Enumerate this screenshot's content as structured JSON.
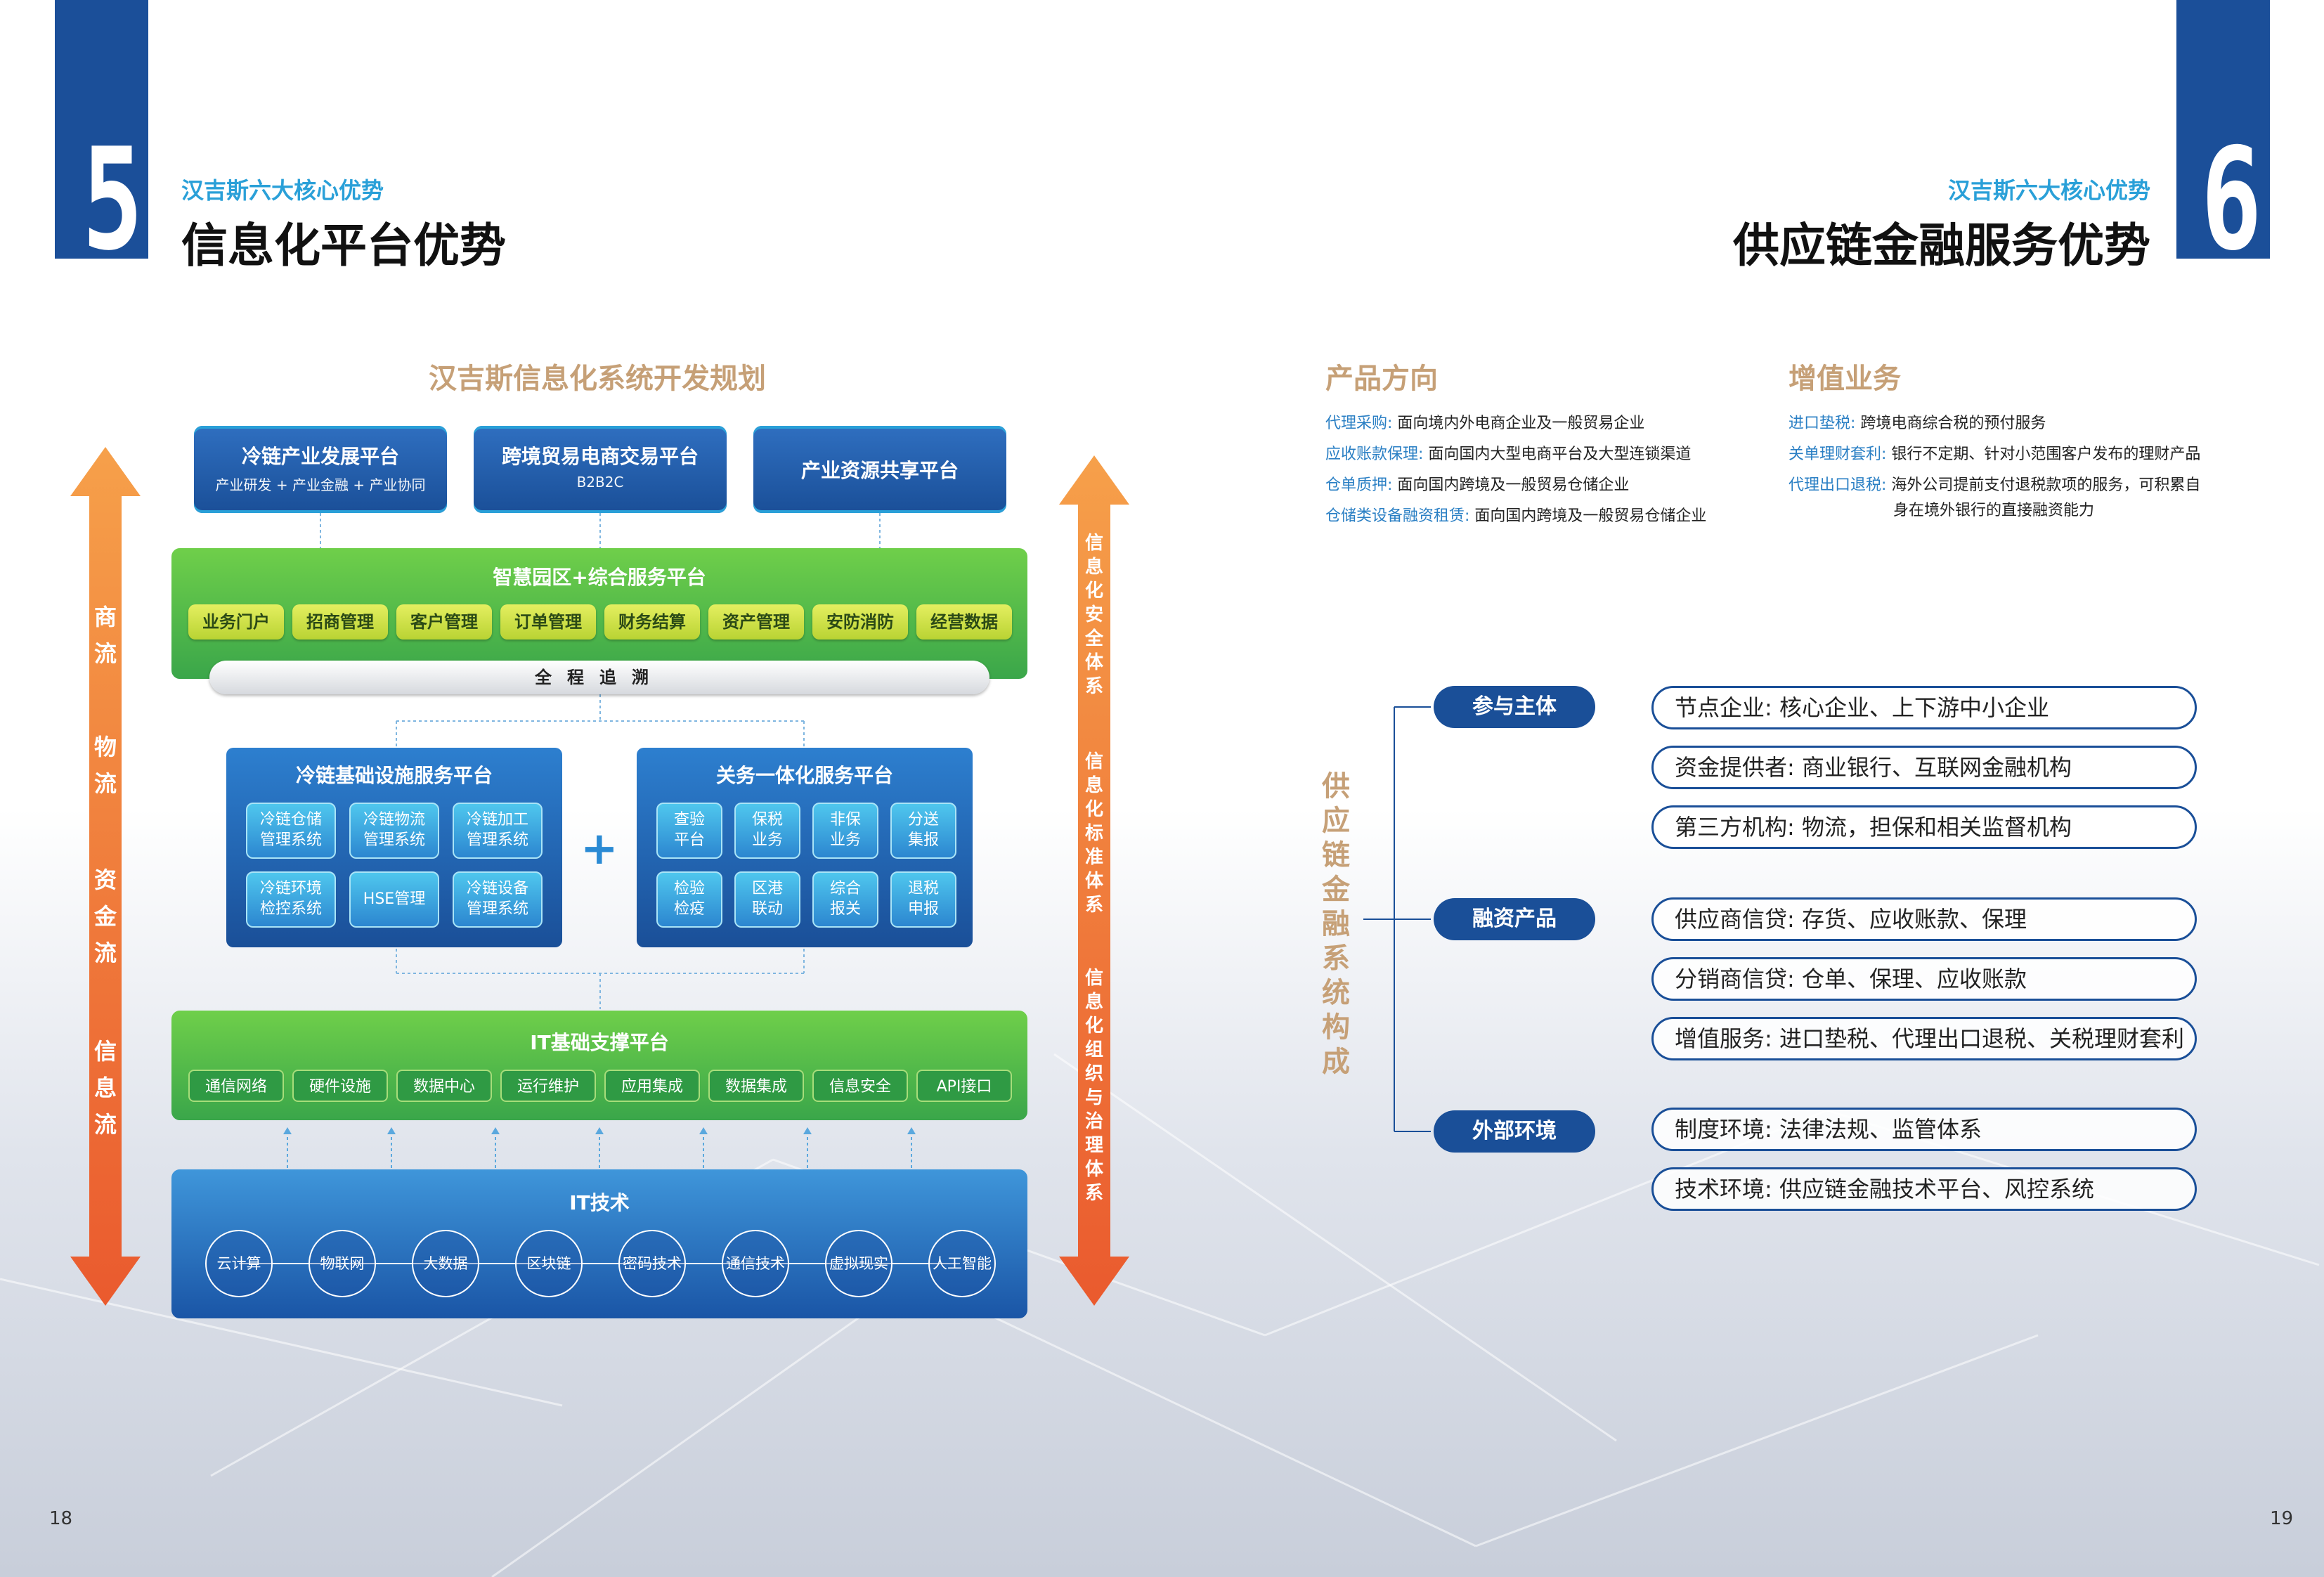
{
  "left_page": {
    "number": "5",
    "subtitle": "汉吉斯六大核心优势",
    "title": "信息化平台优势",
    "page_number": "18"
  },
  "right_page": {
    "number": "6",
    "subtitle": "汉吉斯六大核心优势",
    "title": "供应链金融服务优势",
    "page_number": "19"
  },
  "diagram": {
    "title": "汉吉斯信息化系统开发规划",
    "top_platforms": [
      {
        "name": "冷链产业发展平台",
        "sub": "产业研发 + 产业金融 + 产业协同"
      },
      {
        "name": "跨境贸易电商交易平台",
        "sub": "B2B2C"
      },
      {
        "name": "产业资源共享平台",
        "sub": ""
      }
    ],
    "smart_park": {
      "title": "智慧园区+综合服务平台",
      "modules": [
        "业务门户",
        "招商管理",
        "客户管理",
        "订单管理",
        "财务结算",
        "资产管理",
        "安防消防",
        "经营数据"
      ]
    },
    "trace_bar": "全程追溯",
    "cold_chain_platform": {
      "title": "冷链基础设施服务平台",
      "cells": [
        "冷链仓储 管理系统",
        "冷链物流 管理系统",
        "冷链加工 管理系统",
        "冷链环境 检控系统",
        "HSE管理",
        "冷链设备 管理系统"
      ]
    },
    "plus_sign": "+",
    "customs_platform": {
      "title": "关务一体化服务平台",
      "cells": [
        "查验 平台",
        "保税 业务",
        "非保 业务",
        "分送 集报",
        "检验 检疫",
        "区港 联动",
        "综合 报关",
        "退税 申报"
      ]
    },
    "it_support": {
      "title": "IT基础支撑平台",
      "modules": [
        "通信网络",
        "硬件设施",
        "数据中心",
        "运行维护",
        "应用集成",
        "数据集成",
        "信息安全",
        "API接口"
      ]
    },
    "it_tech": {
      "title": "IT技术",
      "items": [
        "云计算",
        "物联网",
        "大数据",
        "区块链",
        "密码技术",
        "通信技术",
        "虚拟现实",
        "人工智能"
      ]
    },
    "left_arrow_labels": [
      "商流",
      "物流",
      "资金流",
      "信息流"
    ],
    "right_arrow_labels": [
      "信息化安全体系",
      "信息化标准体系",
      "信息化组织与治理体系"
    ],
    "colors": {
      "blue": "#1a4f98",
      "green": "#4cb74a",
      "orange": "#f08a2c",
      "gold": "#c6a077",
      "cyan": "#2aa0d8"
    }
  },
  "product_direction": {
    "heading": "产品方向",
    "lines": [
      {
        "key": "代理采购:",
        "text": "面向境内外电商企业及一般贸易企业"
      },
      {
        "key": "应收账款保理:",
        "text": "面向国内大型电商平台及大型连锁渠道"
      },
      {
        "key": "仓单质押:",
        "text": "面向国内跨境及一般贸易仓储企业"
      },
      {
        "key": "仓储类设备融资租赁:",
        "text": "面向国内跨境及一般贸易仓储企业"
      }
    ]
  },
  "value_added": {
    "heading": "增值业务",
    "lines": [
      {
        "key": "进口垫税:",
        "text": "跨境电商综合税的预付服务",
        "cont": ""
      },
      {
        "key": "关单理财套利:",
        "text": "银行不定期、针对小范围客户发布的理财产品",
        "cont": ""
      },
      {
        "key": "代理出口退税:",
        "text": "海外公司提前支付退税款项的服务，可积累自",
        "cont": "身在境外银行的直接融资能力"
      }
    ]
  },
  "scf_system": {
    "vertical_title": "供应链金融系统构成",
    "categories": [
      {
        "name": "参与主体",
        "items": [
          "节点企业: 核心企业、上下游中小企业",
          "资金提供者: 商业银行、互联网金融机构",
          "第三方机构: 物流，担保和相关监督机构"
        ]
      },
      {
        "name": "融资产品",
        "items": [
          "供应商信贷: 存货、应收账款、保理",
          "分销商信贷: 仓单、保理、应收账款",
          "增值服务: 进口垫税、代理出口退税、关税理财套利"
        ]
      },
      {
        "name": "外部环境",
        "items": [
          "制度环境: 法律法规、监管体系",
          "技术环境: 供应链金融技术平台、风控系统"
        ]
      }
    ]
  }
}
